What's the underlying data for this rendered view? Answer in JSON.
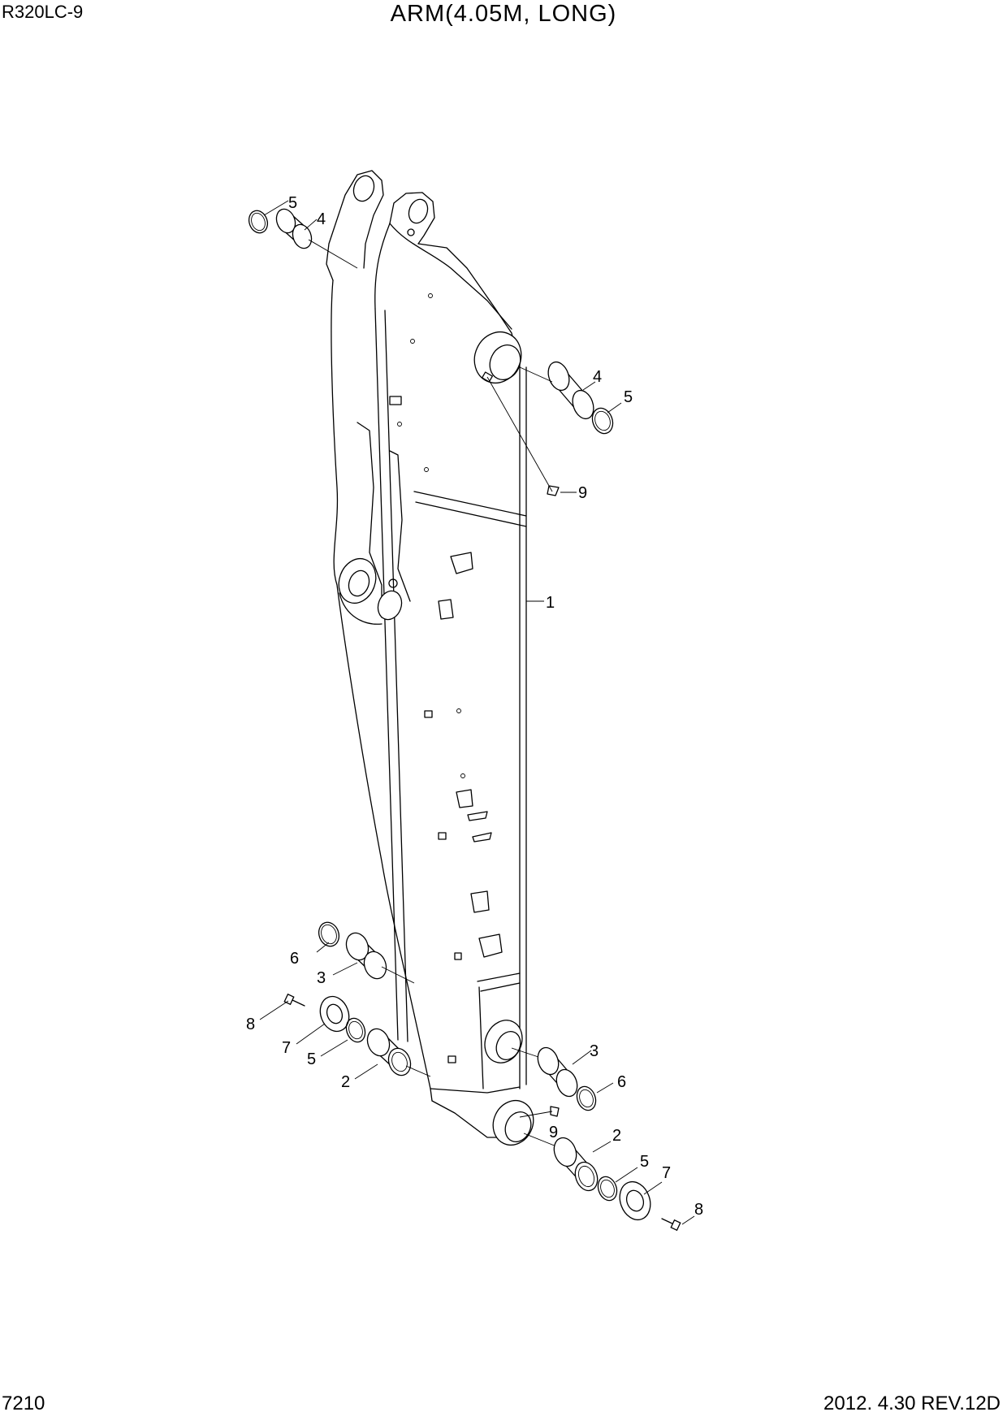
{
  "header": {
    "model": "R320LC-9",
    "title": "ARM(4.05M, LONG)"
  },
  "footer": {
    "page_number": "7210",
    "revision": "2012. 4.30  REV.12D"
  },
  "callouts": [
    {
      "id": "c1",
      "number": "1"
    },
    {
      "id": "c2a",
      "number": "2"
    },
    {
      "id": "c2b",
      "number": "2"
    },
    {
      "id": "c3a",
      "number": "3"
    },
    {
      "id": "c3b",
      "number": "3"
    },
    {
      "id": "c4a",
      "number": "4"
    },
    {
      "id": "c4b",
      "number": "4"
    },
    {
      "id": "c5a",
      "number": "5"
    },
    {
      "id": "c5b",
      "number": "5"
    },
    {
      "id": "c5c",
      "number": "5"
    },
    {
      "id": "c5d",
      "number": "5"
    },
    {
      "id": "c6a",
      "number": "6"
    },
    {
      "id": "c6b",
      "number": "6"
    },
    {
      "id": "c7a",
      "number": "7"
    },
    {
      "id": "c7b",
      "number": "7"
    },
    {
      "id": "c8a",
      "number": "8"
    },
    {
      "id": "c8b",
      "number": "8"
    },
    {
      "id": "c9a",
      "number": "9"
    },
    {
      "id": "c9b",
      "number": "9"
    }
  ]
}
